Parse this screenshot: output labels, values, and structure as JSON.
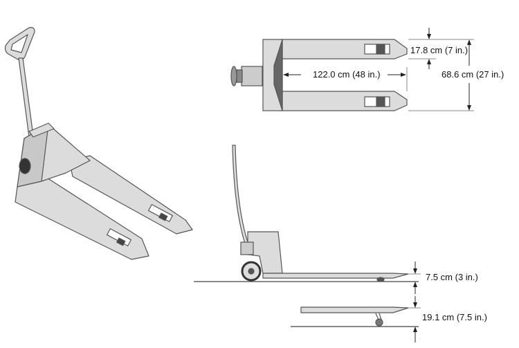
{
  "dimensions": {
    "fork_width": "17.8 cm (7 in.)",
    "overall_width": "68.6 cm (27 in.)",
    "fork_length": "122.0 cm (48 in.)",
    "lowered_height": "7.5 cm (3 in.)",
    "raised_height": "19.1 cm (7.5 in.)"
  },
  "colors": {
    "body": "#dcdcdc",
    "outline": "#555555",
    "dark": "#666666",
    "dimension_line": "#222222"
  }
}
